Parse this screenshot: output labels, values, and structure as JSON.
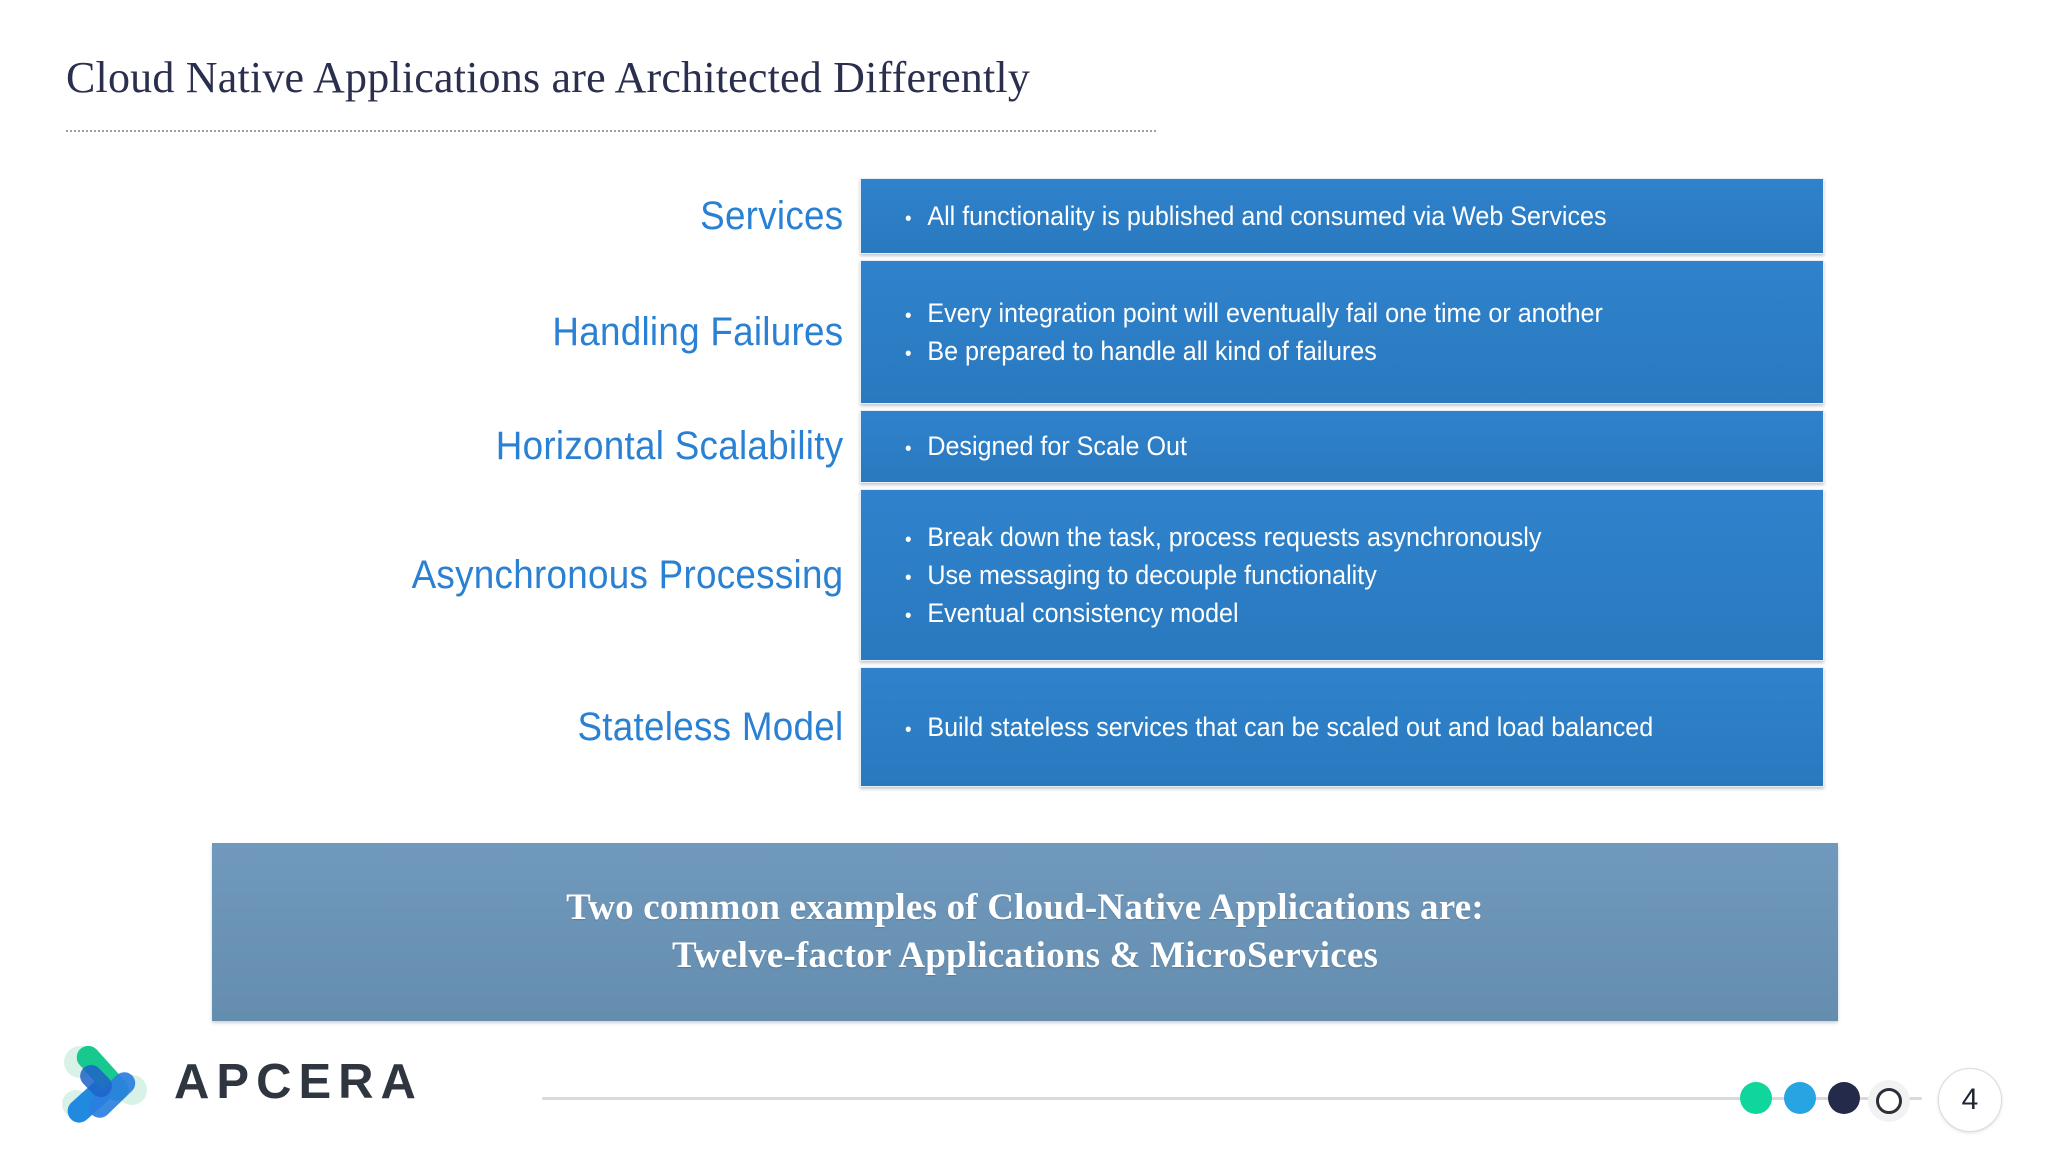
{
  "slide": {
    "title": "Cloud Native Applications are Architected Differently",
    "page_number": "4"
  },
  "rows": [
    {
      "label": "Services",
      "bullets": [
        "All functionality is published and consumed via Web Services"
      ]
    },
    {
      "label": "Handling Failures",
      "bullets": [
        "Every integration point will eventually fail one time or another",
        "Be prepared to handle all kind of failures"
      ]
    },
    {
      "label": "Horizontal Scalability",
      "bullets": [
        "Designed for Scale Out"
      ]
    },
    {
      "label": "Asynchronous Processing",
      "bullets": [
        "Break down the task, process requests asynchronously",
        "Use messaging to decouple functionality",
        "Eventual consistency model"
      ]
    },
    {
      "label": "Stateless Model",
      "bullets": [
        "Build stateless services that can be scaled out and load balanced"
      ]
    }
  ],
  "summary": {
    "line1": "Two common examples of Cloud-Native Applications are:",
    "line2": "Twelve-factor Applications & MicroServices"
  },
  "footer": {
    "logo_wordmark": "APCERA",
    "logo_icon": "apcera-logo-icon",
    "pager_dots": [
      {
        "name": "pager-dot-green",
        "color": "#0fd69b"
      },
      {
        "name": "pager-dot-blue",
        "color": "#27a4e2"
      },
      {
        "name": "pager-dot-navy",
        "color": "#242a4a"
      },
      {
        "name": "pager-dot-current",
        "color": "#ffffff"
      }
    ]
  },
  "bullet_glyph": "•",
  "colors": {
    "title_text": "#2b2f4e",
    "label_blue": "#2a80d2",
    "bar_blue": "#2b7cc4",
    "summary_steel": "#6b93b7",
    "logo_dark": "#2f3640"
  }
}
